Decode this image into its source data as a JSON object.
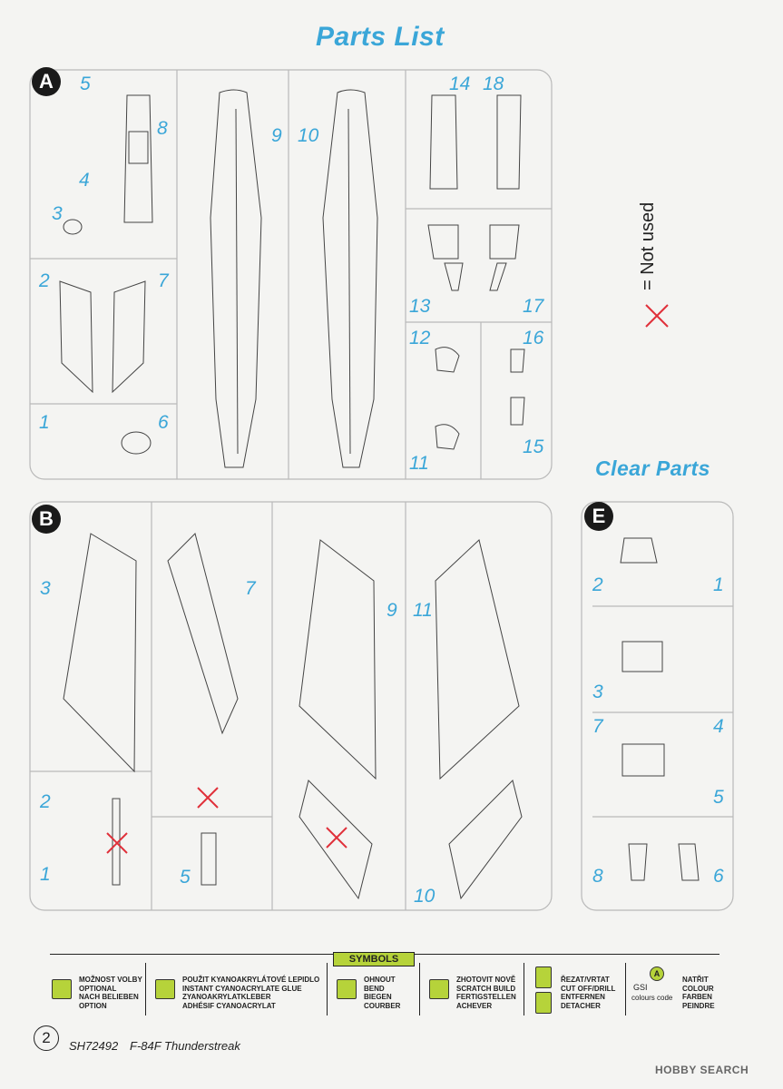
{
  "page": {
    "title": "Parts List",
    "clear_title": "Clear Parts",
    "not_used_label": "= Not used",
    "page_number": "2",
    "footer_code": "SH72492",
    "footer_model": "F-84F Thunderstreak",
    "watermark": "HOBBY SEARCH"
  },
  "sprues": {
    "A": {
      "label": "A",
      "numbers": [
        "5",
        "8",
        "9",
        "10",
        "14",
        "18",
        "4",
        "3",
        "2",
        "7",
        "13",
        "17",
        "12",
        "16",
        "1",
        "6",
        "15",
        "11"
      ]
    },
    "B": {
      "label": "B",
      "numbers": [
        "3",
        "7",
        "9",
        "11",
        "2",
        "1",
        "5",
        "10"
      ]
    },
    "E": {
      "label": "E",
      "numbers": [
        "2",
        "1",
        "3",
        "7",
        "4",
        "5",
        "8",
        "6"
      ]
    }
  },
  "symbols": {
    "header": "SYMBOLS",
    "items": [
      {
        "lines": [
          "MOŽNOST VOLBY",
          "OPTIONAL",
          "NACH BELIEBEN",
          "OPTION"
        ]
      },
      {
        "lines": [
          "POUŽIT KYANOAKRYLÁTOVÉ LEPIDLO",
          "INSTANT CYANOACRYLATE GLUE",
          "ZYANOAKRYLATKLEBER",
          "ADHÉSIF CYANOACRYLAT"
        ]
      },
      {
        "lines": [
          "OHNOUT",
          "BEND",
          "BIEGEN",
          "COURBER"
        ]
      },
      {
        "lines": [
          "ZHOTOVIT NOVĚ",
          "SCRATCH BUILD",
          "FERTIGSTELLEN",
          "ACHEVER"
        ]
      },
      {
        "lines": [
          "ŘEZAT/VRTAT",
          "CUT OFF/DRILL",
          "ENTFERNEN",
          "DETACHER"
        ]
      },
      {
        "lines": [
          "NATŘIT",
          "COLOUR",
          "FARBEN",
          "PEINDRE"
        ]
      }
    ],
    "gsi_label": "GSI",
    "gsi_sub": "colours code",
    "gsi_letter": "A"
  },
  "colors": {
    "accent": "#3aa6d8",
    "red_x": "#e0303a",
    "symbol_green": "#b6d33a"
  }
}
